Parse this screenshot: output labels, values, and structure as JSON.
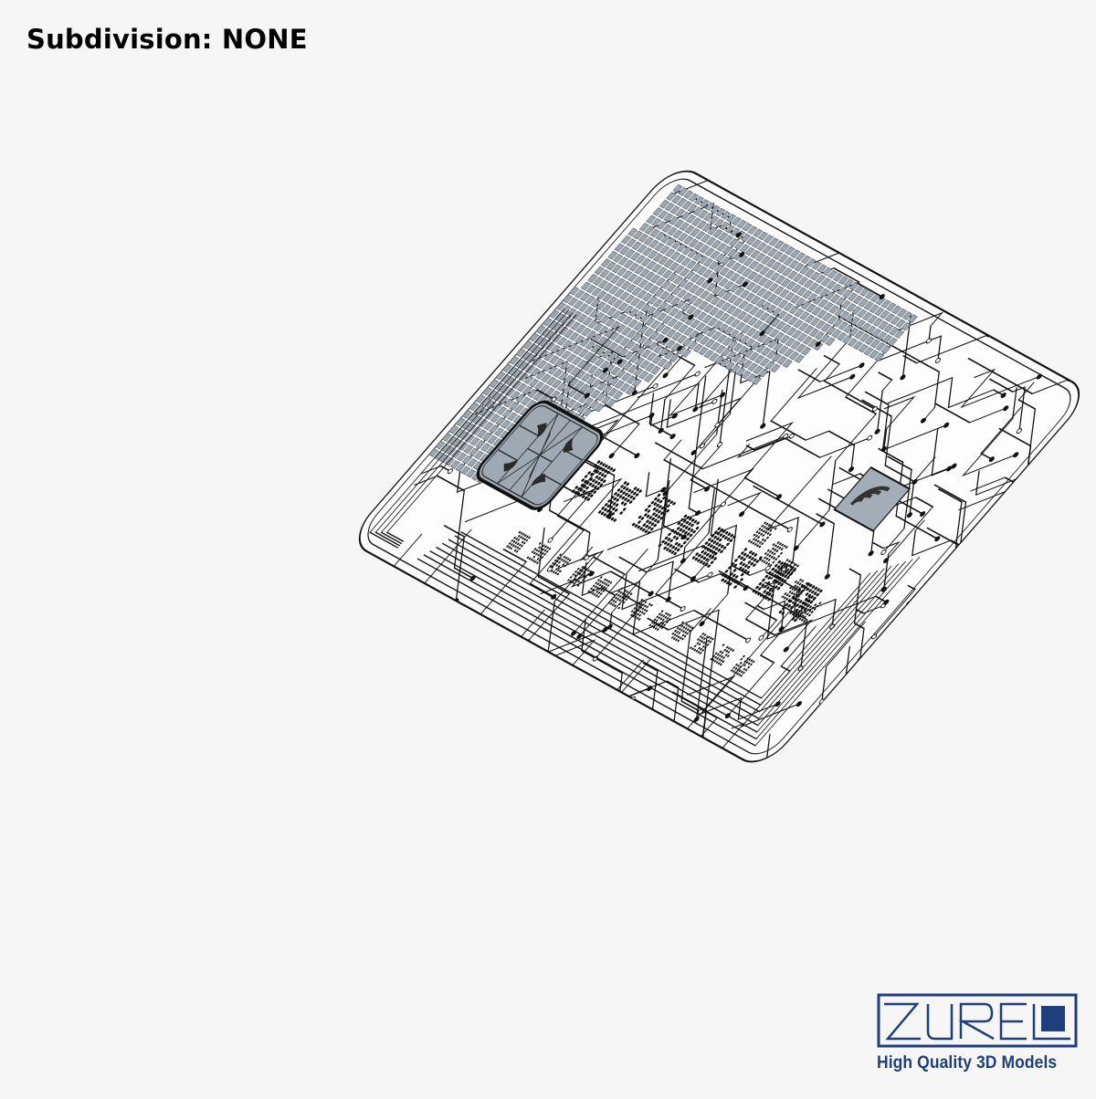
{
  "header": {
    "title": "Subdivision: NONE"
  },
  "viewport": {
    "object": "credit-card-circuit-model",
    "render_mode": "wireframe-shaded",
    "colors": {
      "background": "#f6f6f6",
      "card_surface": "#ffffff",
      "trace": "#111111",
      "pad": "#9aa6b2",
      "chip": "#9ea9b4",
      "nfc_chip": "#a3adb7"
    },
    "features": {
      "emv_chip_icon": "emv-chip",
      "contactless_icon": "wifi-waves",
      "magnetic_pad_grid": "gray-square-grid",
      "dot_matrix_number": "embossed-card-number",
      "dot_matrix_name": "cardholder-name"
    }
  },
  "brand": {
    "logo_text": "ZUREL",
    "tagline": "High Quality 3D Models",
    "color": "#1f3f7a"
  }
}
